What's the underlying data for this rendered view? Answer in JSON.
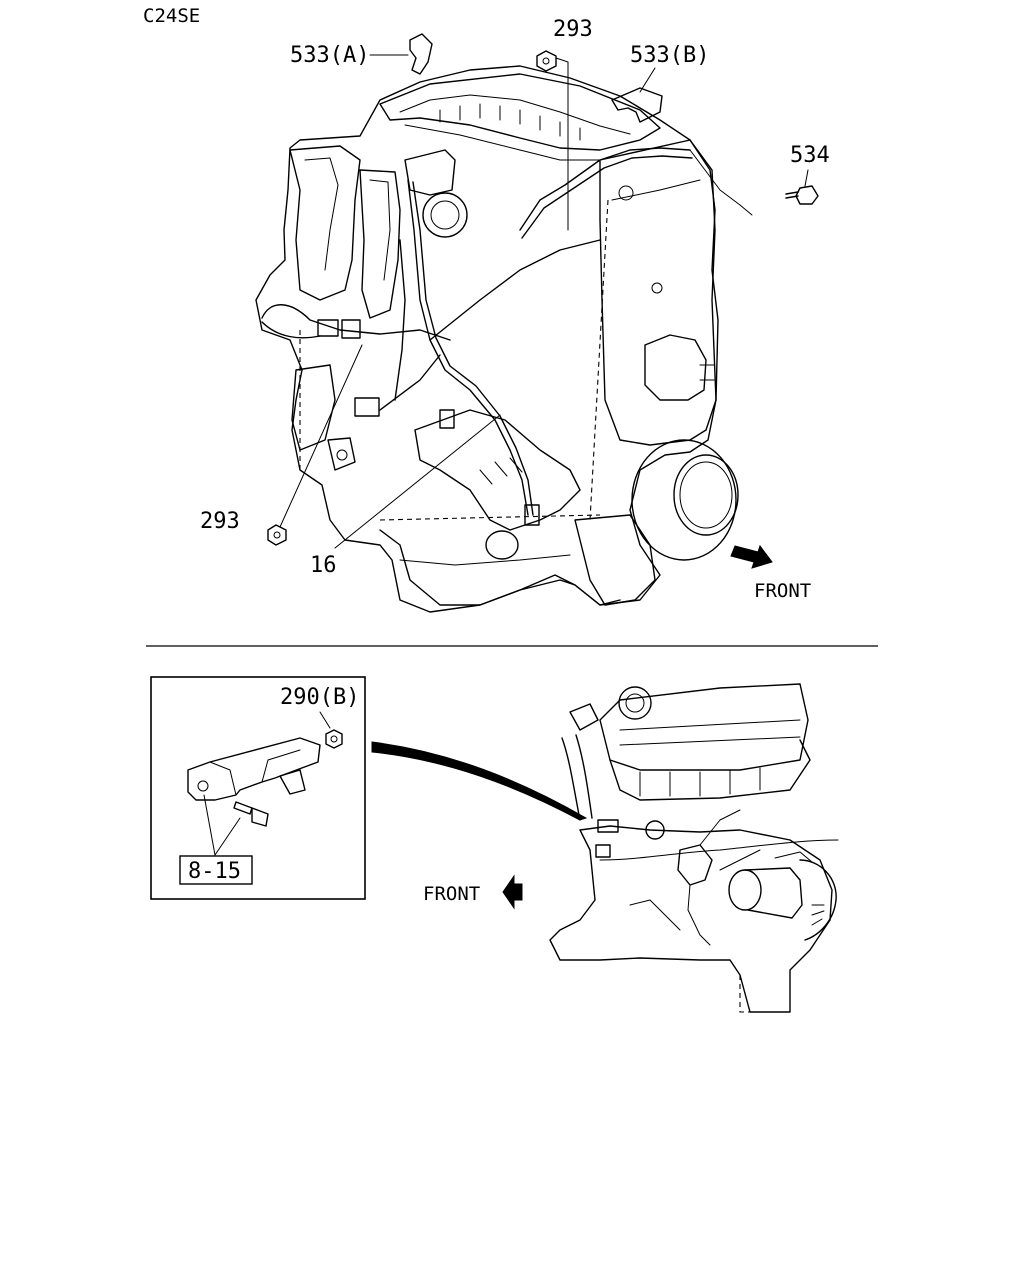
{
  "diagram": {
    "engine_code": "C24SE",
    "top_view": {
      "callouts": {
        "clip_a": "533(A)",
        "nut_upper": "293",
        "clip_b": "533(B)",
        "bolt": "534",
        "nut_lower": "293",
        "harness": "16"
      },
      "direction_label": "FRONT"
    },
    "detail_view": {
      "callouts": {
        "nut": "290(B)",
        "ref_box": "8-15"
      },
      "direction_label": "FRONT"
    }
  }
}
